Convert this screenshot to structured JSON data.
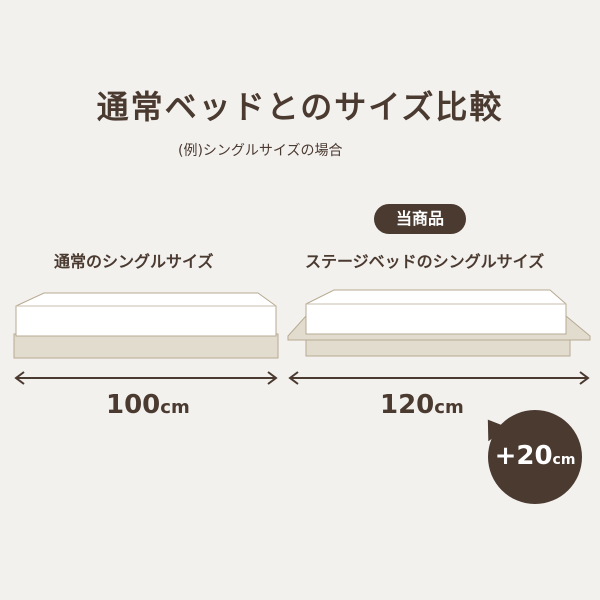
{
  "title": "通常ベッドとのサイズ比較",
  "subtitle": "(例)シングルサイズの場合",
  "badge": "当商品",
  "left": {
    "label": "通常のシングルサイズ",
    "width_value": "100",
    "width_unit": "cm"
  },
  "right": {
    "label": "ステージベッドのシングルサイズ",
    "width_value": "120",
    "width_unit": "cm"
  },
  "difference": {
    "value": "+20",
    "unit": "cm"
  },
  "colors": {
    "background": "#f3f1ee",
    "text": "#4a3a30",
    "mattress": "#ffffff",
    "frame": "#e2dccf",
    "frame_stroke": "#b7aa92"
  }
}
